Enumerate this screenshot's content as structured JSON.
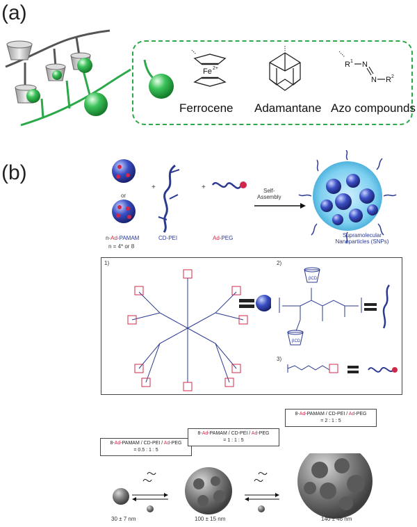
{
  "panel_a": {
    "label": "(a)",
    "labels": {
      "ferrocene": "Ferrocene",
      "adamantane": "Adamantane",
      "azo": "Azo compounds",
      "fe": "Fe",
      "fe_charge": "2+",
      "r1": "R",
      "r1_sup": "1",
      "r2": "R",
      "r2_sup": "2",
      "n": "N"
    }
  },
  "panel_b": {
    "label": "(b)",
    "components": {
      "or": "or",
      "plus1": "+",
      "plus2": "+",
      "pamam_prefix": "n-",
      "pamam_ad": "Ad",
      "pamam_suffix": "-PAMAM",
      "pamam_n": "n = 4* or 8",
      "cdpei": "CD-PEI",
      "adpeg_ad": "Ad",
      "adpeg_suffix": "-PEG",
      "self_assembly": "Self-\nAssembly",
      "snp_line1": "Supramolecular",
      "snp_line2": "Nanoparticles (SNPs)"
    },
    "inset": {
      "step1": "1)",
      "step2": "2)",
      "step3": "3)",
      "bcd": "βCD"
    },
    "ratios": [
      {
        "prefix": "8-",
        "ad1": "Ad",
        "mid": "-PAMAM / CD-PEI / ",
        "ad2": "Ad",
        "end": "-PEG",
        "value": "= 0.5 : 1 : 5",
        "size": "30 ± 7 nm"
      },
      {
        "prefix": "8-",
        "ad1": "Ad",
        "mid": "-PAMAM / CD-PEI / ",
        "ad2": "Ad",
        "end": "-PEG",
        "value": "= 1 : 1 : 5",
        "size": "100 ± 15 nm"
      },
      {
        "prefix": "8-",
        "ad1": "Ad",
        "mid": "-PAMAM / CD-PEI / ",
        "ad2": "Ad",
        "end": "-PEG",
        "value": "= 2 : 1 : 5",
        "size": "140 ± 46 nm"
      }
    ]
  },
  "colors": {
    "green": "#2aa84a",
    "blue": "#2b3a8f",
    "red": "#d0284a",
    "gray": "#777777"
  }
}
